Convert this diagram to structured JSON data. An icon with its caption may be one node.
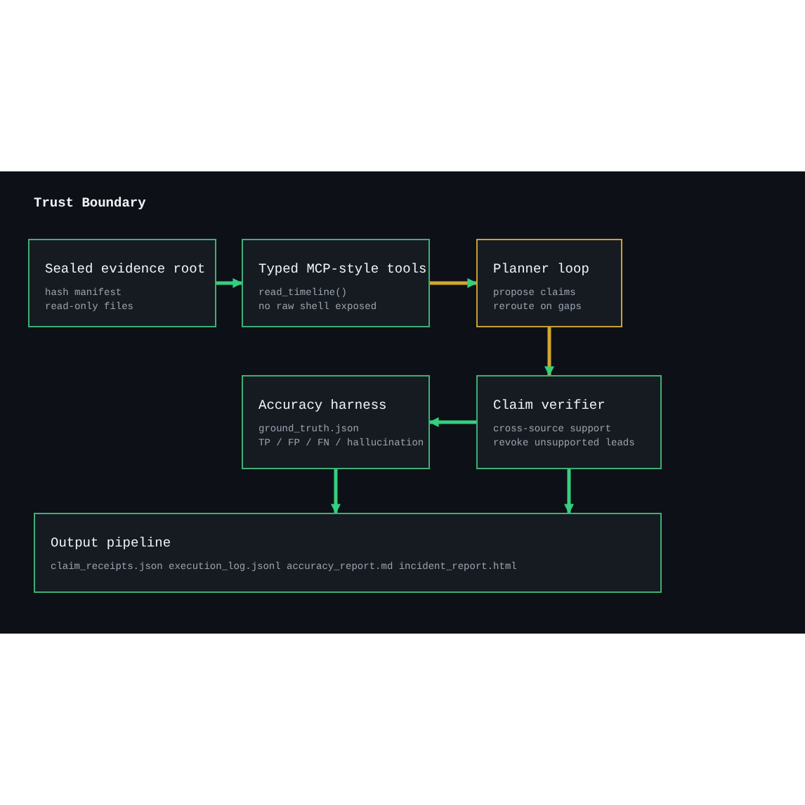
{
  "diagram": {
    "title": "Trust Boundary",
    "nodes": [
      {
        "text": [
          "Sealed evidence root",
          "hash manifest",
          "read-only files"
        ]
      },
      {
        "text": [
          "Typed MCP-style tools",
          "read_timeline()",
          "no raw shell exposed"
        ]
      },
      {
        "text": [
          "Planner loop",
          "propose claims",
          "reroute on gaps"
        ]
      },
      {
        "text": [
          "Accuracy harness",
          "ground_truth.json",
          "TP / FP / FN / hallucination"
        ]
      },
      {
        "text": [
          "Claim verifier",
          "cross-source support",
          "revoke unsupported leads"
        ]
      },
      {
        "text": [
          "Output pipeline",
          "claim_receipts.json execution_log.jsonl accuracy_report.md incident_report.html"
        ]
      }
    ],
    "edges": [
      {
        "from": 0,
        "to": 1,
        "arrow": "to"
      },
      {
        "from": 1,
        "to": 2,
        "arrow": "to",
        "color": "#d4a72c"
      },
      {
        "from": 2,
        "to": 4,
        "arrow": "to",
        "color": "#d4a72c"
      },
      {
        "from": 4,
        "to": 3,
        "arrow": "to"
      },
      {
        "from": 3,
        "to": 5,
        "arrow": "to"
      },
      {
        "from": 4,
        "to": 5,
        "arrow": "to"
      }
    ]
  }
}
